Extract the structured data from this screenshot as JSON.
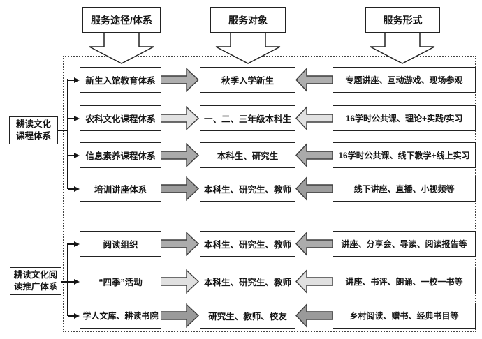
{
  "title": "library-service-system-diagram",
  "colors": {
    "arrow_medium": "#ababab",
    "arrow_light": "#e1e1e1",
    "arrow_dark": "#9a9a9a",
    "line": "#151515",
    "border": "#222222"
  },
  "headers": {
    "pathway": "服务途径/体系",
    "audience": "服务对象",
    "format": "服务形式"
  },
  "sections": [
    {
      "line1": "耕读文化",
      "line2": "课程体系"
    },
    {
      "line1": "耕读文化阅",
      "line2": "读推广体系"
    }
  ],
  "rows": [
    {
      "pathway": "新生入馆教育体系",
      "audience": "秋季入学新生",
      "format": "专题讲座、互动游戏、现场参观",
      "arrow_color": "#aeaeae"
    },
    {
      "pathway": "农科文化课程体系",
      "audience": "一、二、三年级本科生",
      "format": "16学时公共课、理论+实践/实习",
      "arrow_color": "#e1e1e1"
    },
    {
      "pathway": "信息素养课程体系",
      "audience": "本科生、研究生",
      "format": "16学时公共课、线下教学+线上实习",
      "arrow_color": "#aaaaaa"
    },
    {
      "pathway": "培训讲座体系",
      "audience": "本科生、研究生、教师",
      "format": "线下讲座、直播、小视频等",
      "arrow_color": "#9c9c9c"
    },
    {
      "pathway": "阅读组织",
      "audience": "本科生、研究生、教师",
      "format": "讲座、分享会、导读、阅读报告等",
      "arrow_color": "#acacac"
    },
    {
      "pathway": "“四季”活动",
      "audience": "本科生、研究生、教师",
      "format": "讲座、书评、朗诵、一校一书等",
      "arrow_color": "#e0e0e0"
    },
    {
      "pathway": "学人文库、耕读书院",
      "audience": "研究生、教师、校友",
      "format": "乡村阅读、赠书、经典书目等",
      "arrow_color": "#9a9a9a"
    }
  ]
}
